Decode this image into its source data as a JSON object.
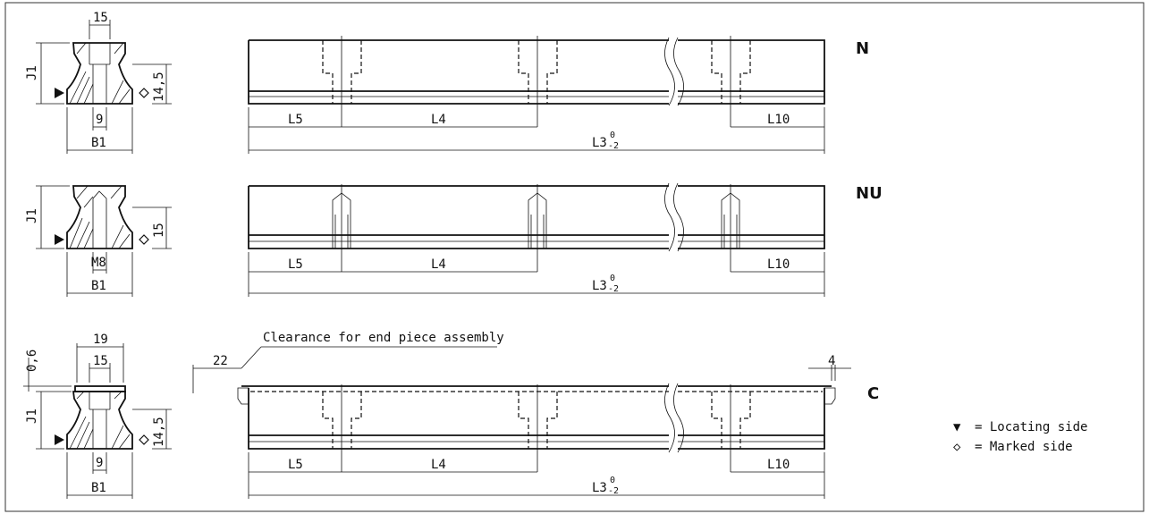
{
  "rows": [
    {
      "id": "N",
      "variant_label": "N",
      "section": {
        "top_width": "15",
        "bottom_width": "9",
        "base_width": "B1",
        "height_label": "J1",
        "side_height": "14,5"
      },
      "rail": {
        "dim_l5": "L5",
        "dim_l4": "L4",
        "dim_l10": "L10",
        "dim_total": "L3",
        "tol_upper": "0",
        "tol_lower": "-2"
      }
    },
    {
      "id": "NU",
      "variant_label": "NU",
      "section": {
        "bottom_width": "M8",
        "base_width": "B1",
        "height_label": "J1",
        "side_height": "15"
      },
      "rail": {
        "dim_l5": "L5",
        "dim_l4": "L4",
        "dim_l10": "L10",
        "dim_total": "L3",
        "tol_upper": "0",
        "tol_lower": "-2"
      }
    },
    {
      "id": "C",
      "variant_label": "C",
      "section": {
        "outer_width": "19",
        "top_width": "15",
        "bottom_width": "9",
        "base_width": "B1",
        "height_label": "J1",
        "side_height": "14,5",
        "cover_thickness": "0,6"
      },
      "rail": {
        "dim_l5": "L5",
        "dim_l4": "L4",
        "dim_l10": "L10",
        "dim_total": "L3",
        "tol_upper": "0",
        "tol_lower": "-2",
        "end_left": "22",
        "end_right": "4"
      },
      "note": "Clearance for end piece assembly"
    }
  ],
  "legend": {
    "locating": {
      "symbol": "▼",
      "text": "= Locating side"
    },
    "marked": {
      "symbol": "◇",
      "text": "= Marked side"
    }
  }
}
